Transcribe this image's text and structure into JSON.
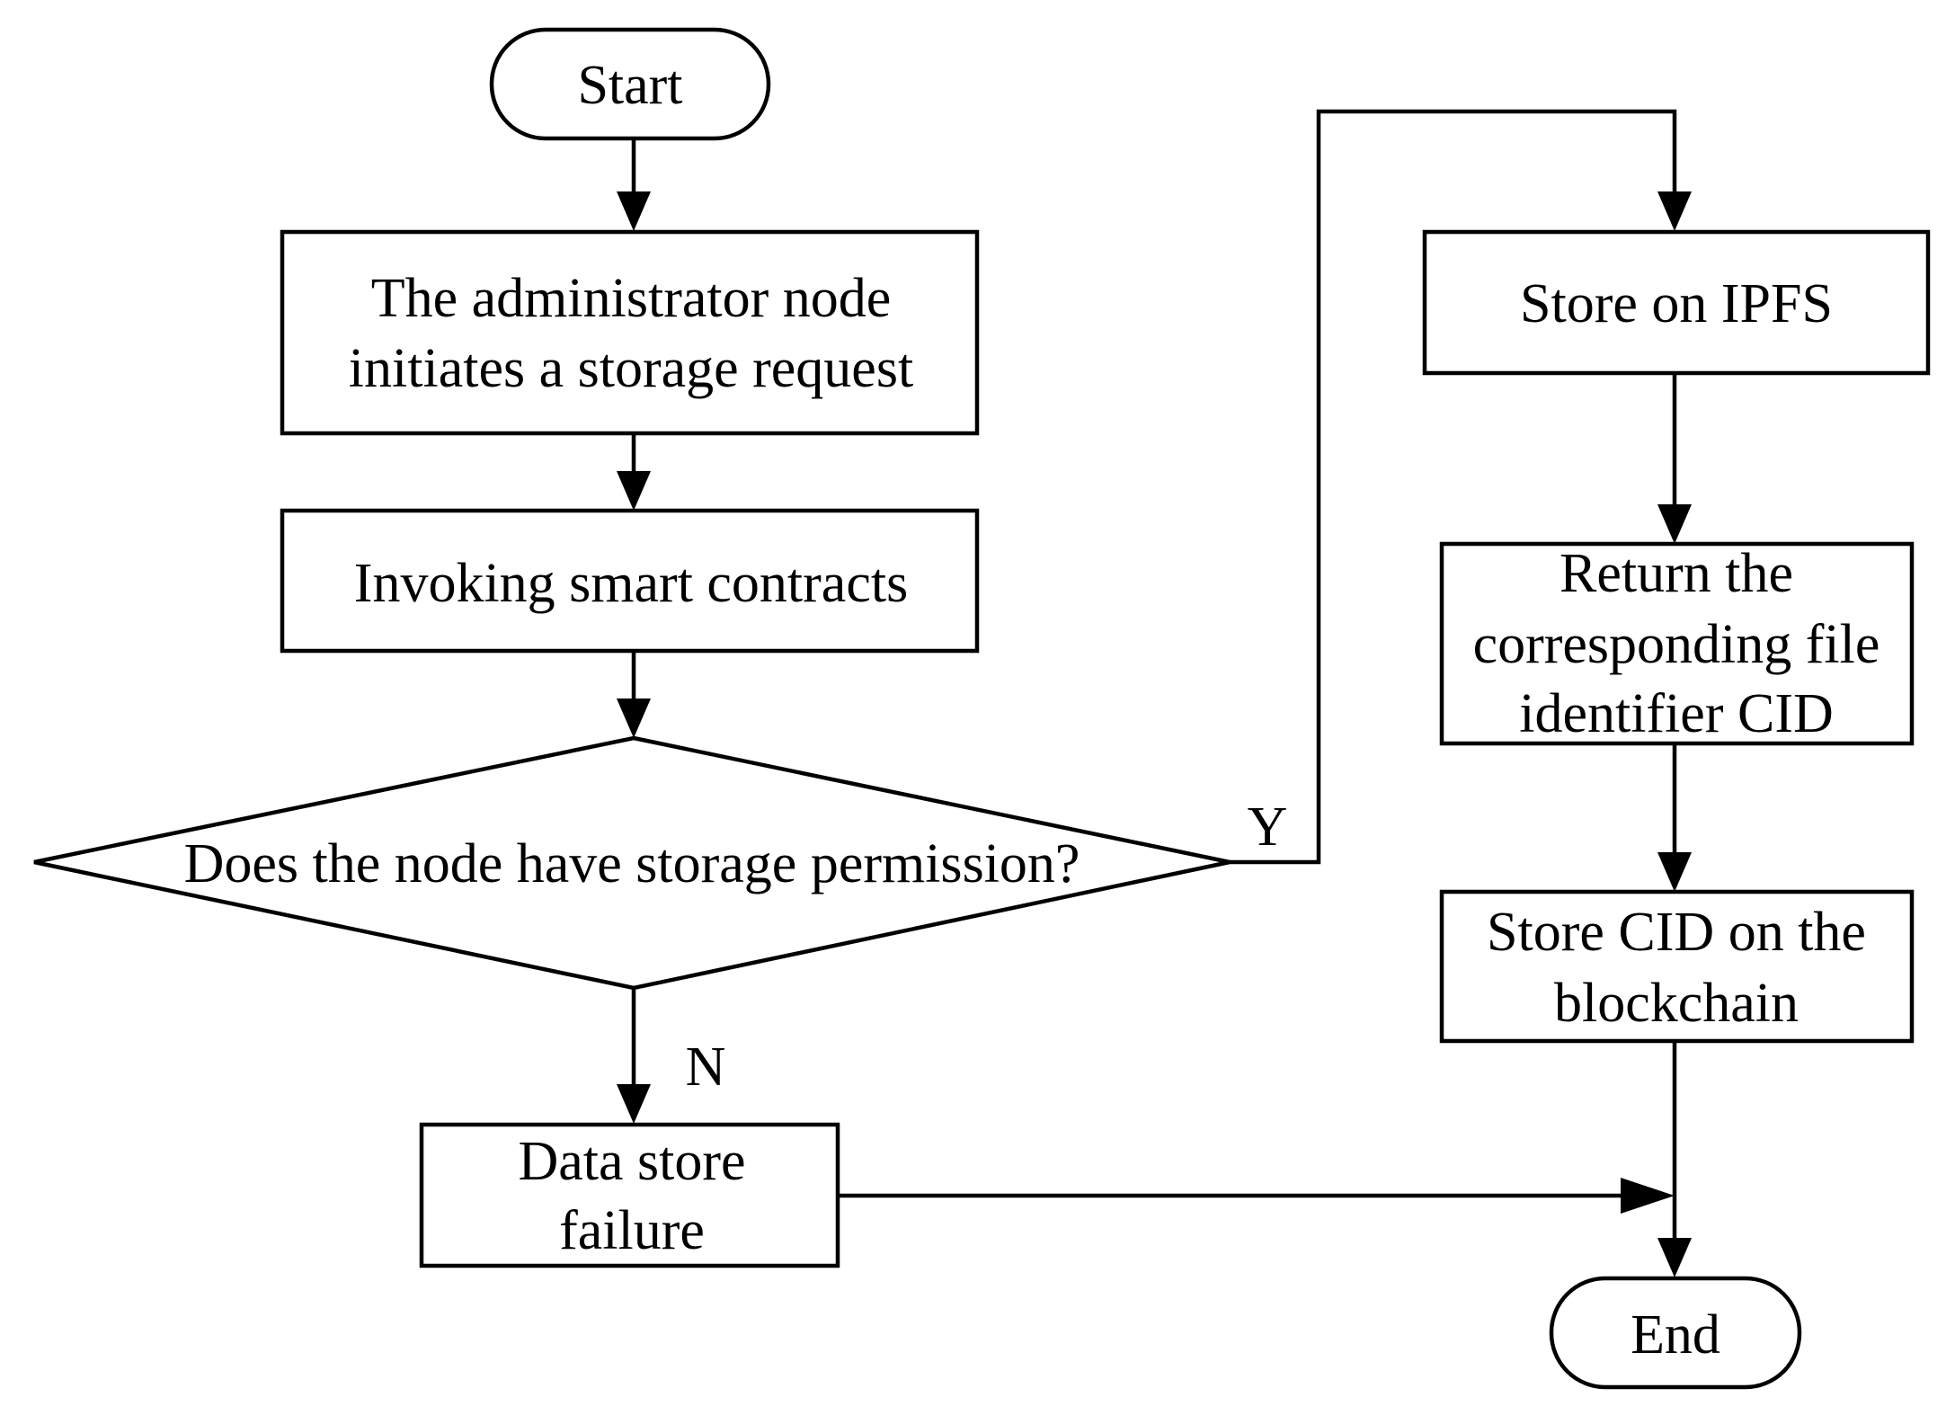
{
  "diagram": {
    "type": "flowchart",
    "nodes": {
      "start": {
        "shape": "terminator",
        "lines": [
          "Start"
        ]
      },
      "request": {
        "shape": "process",
        "lines": [
          "The administrator node",
          "initiates a storage request"
        ]
      },
      "invoke": {
        "shape": "process",
        "lines": [
          "Invoking smart contracts"
        ]
      },
      "decision": {
        "shape": "decision",
        "lines": [
          "Does the node have storage permission?"
        ]
      },
      "failure": {
        "shape": "process",
        "lines": [
          "Data store",
          "failure"
        ]
      },
      "ipfs": {
        "shape": "process",
        "lines": [
          "Store on IPFS"
        ]
      },
      "cid": {
        "shape": "process",
        "lines": [
          "Return the",
          "corresponding file",
          "identifier CID"
        ]
      },
      "chain": {
        "shape": "process",
        "lines": [
          "Store CID on the",
          "blockchain"
        ]
      },
      "end": {
        "shape": "terminator",
        "lines": [
          "End"
        ]
      }
    },
    "labels": {
      "yes": "Y",
      "no": "N"
    },
    "edges": [
      {
        "from": "start",
        "to": "request"
      },
      {
        "from": "request",
        "to": "invoke"
      },
      {
        "from": "invoke",
        "to": "decision"
      },
      {
        "from": "decision",
        "to": "ipfs",
        "label": "yes"
      },
      {
        "from": "decision",
        "to": "failure",
        "label": "no"
      },
      {
        "from": "ipfs",
        "to": "cid"
      },
      {
        "from": "cid",
        "to": "chain"
      },
      {
        "from": "chain",
        "to": "end"
      },
      {
        "from": "failure",
        "to": "end"
      }
    ]
  }
}
